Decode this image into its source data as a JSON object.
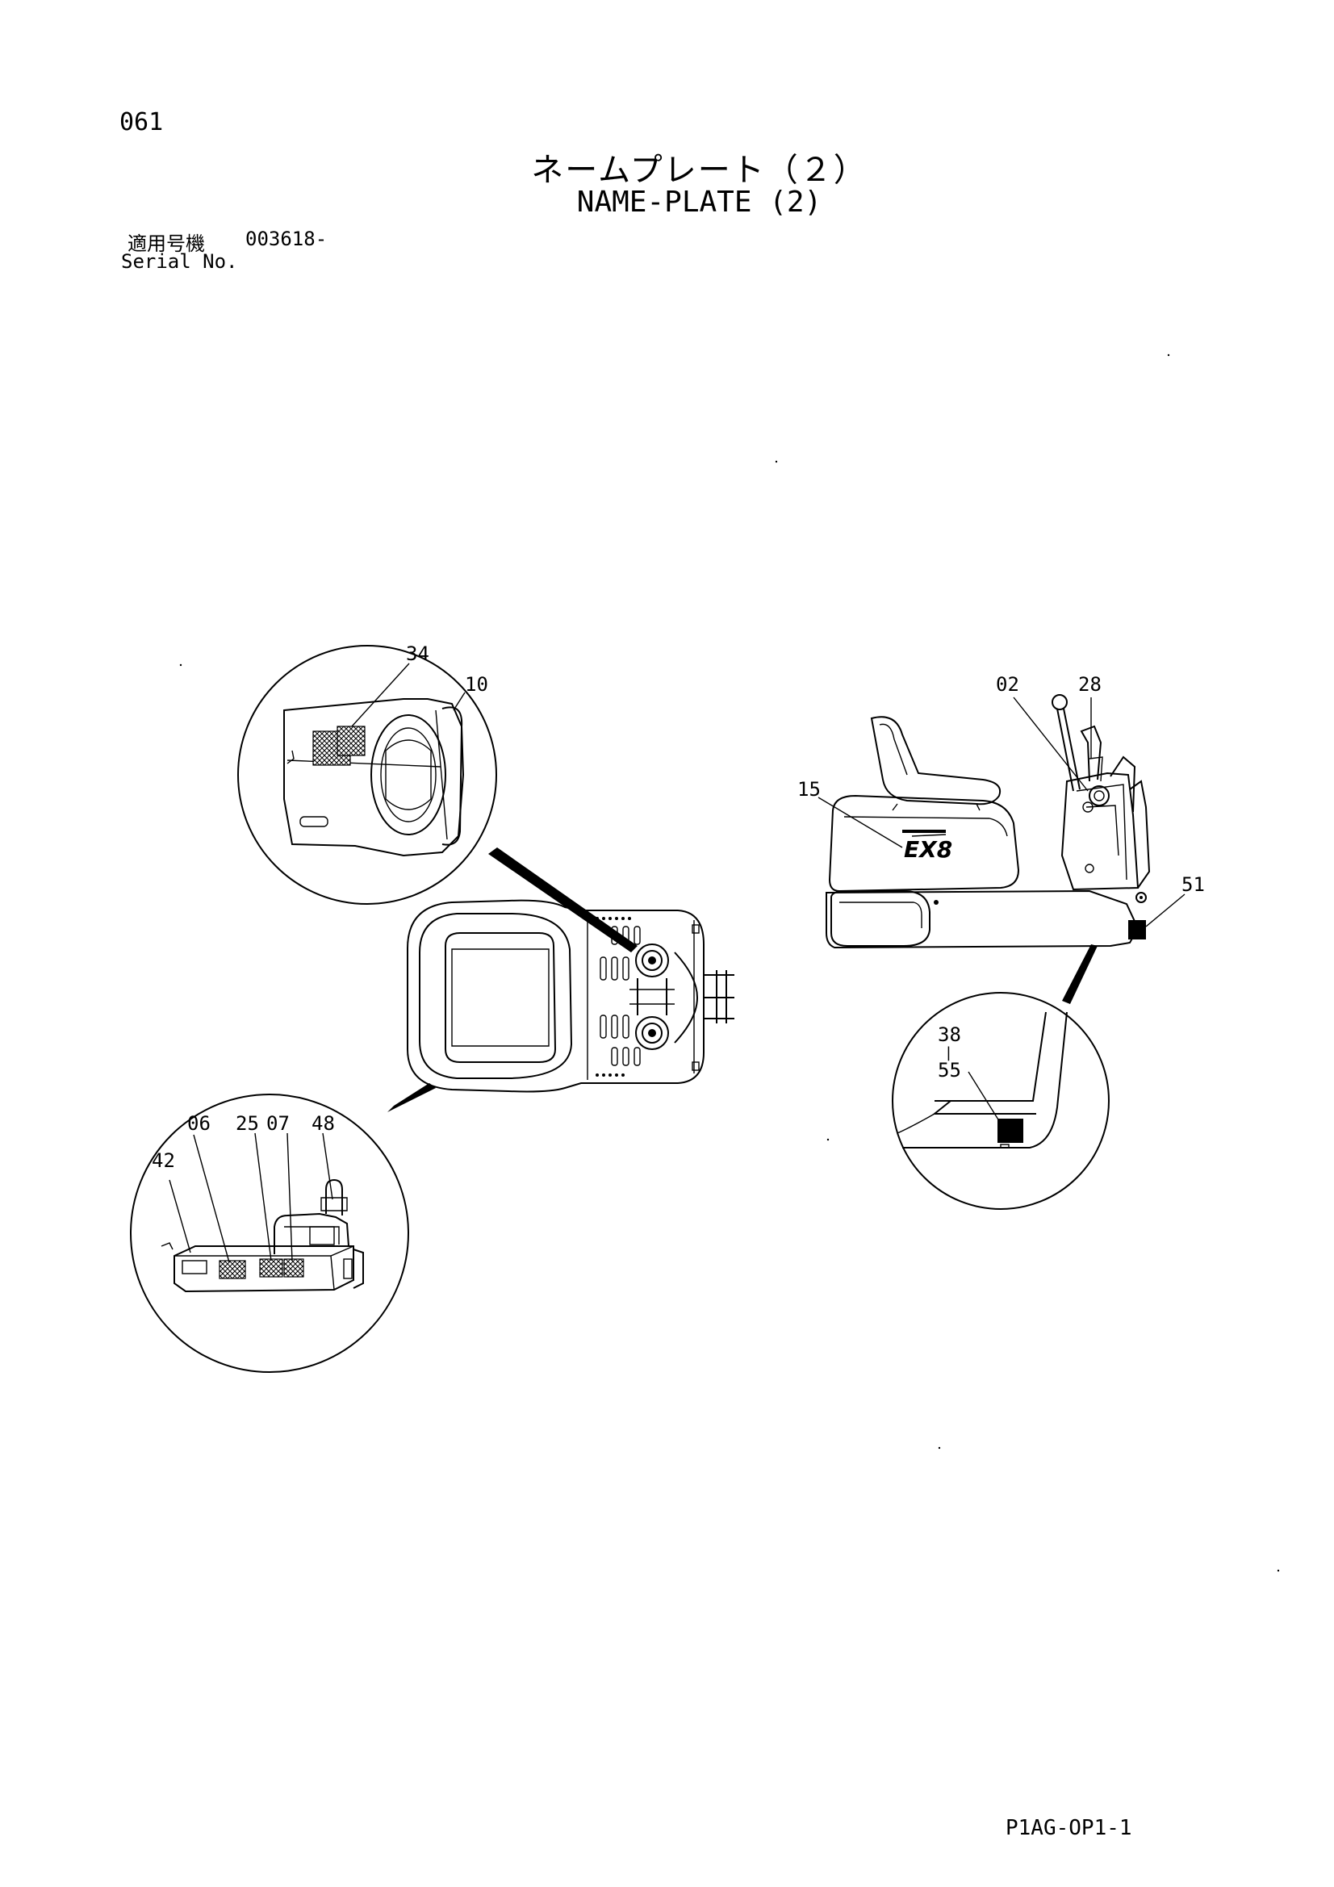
{
  "header": {
    "page_number": "061",
    "title_jp": "ネームプレート（２）",
    "title_en": "NAME-PLATE (2)",
    "serial_label_jp": "適用号機",
    "serial_value": "003618-",
    "serial_label_en": "Serial No."
  },
  "callouts": {
    "top_detail": [
      "34",
      "10"
    ],
    "bottom_detail": [
      "06",
      "25",
      "07",
      "48",
      "42"
    ],
    "side_view": [
      "02",
      "28",
      "15",
      "51"
    ],
    "right_detail_top": "38",
    "right_detail_sep": "|",
    "right_detail_bottom": "55"
  },
  "logo_text": "EX8",
  "footer": {
    "drawing_code": "P1AG-OP1-1"
  }
}
